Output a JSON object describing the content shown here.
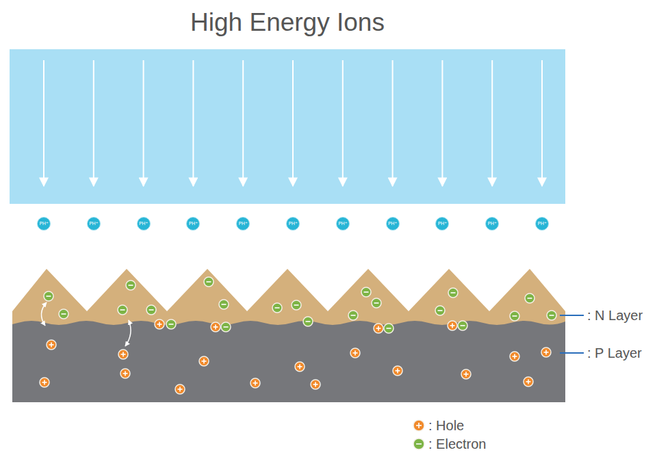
{
  "diagram": {
    "title": "High Energy Ions",
    "nodes": [
      {
        "text": [
          "PH⁺"
        ]
      },
      {
        "text": [
          "PH⁺"
        ]
      },
      {
        "text": [
          "PH⁺"
        ]
      },
      {
        "text": [
          "PH⁺"
        ]
      },
      {
        "text": [
          "PH⁺"
        ]
      },
      {
        "text": [
          "PH⁺"
        ]
      },
      {
        "text": [
          "PH⁺"
        ]
      },
      {
        "text": [
          "PH⁺"
        ]
      },
      {
        "text": [
          "PH⁺"
        ]
      },
      {
        "text": [
          "PH⁺"
        ]
      },
      {
        "text": [
          "PH⁺"
        ]
      }
    ],
    "labels": [
      ": N Layer",
      ": P Layer"
    ],
    "legend": [
      {
        "text": ": Hole"
      },
      {
        "text": ": Electron"
      }
    ]
  }
}
